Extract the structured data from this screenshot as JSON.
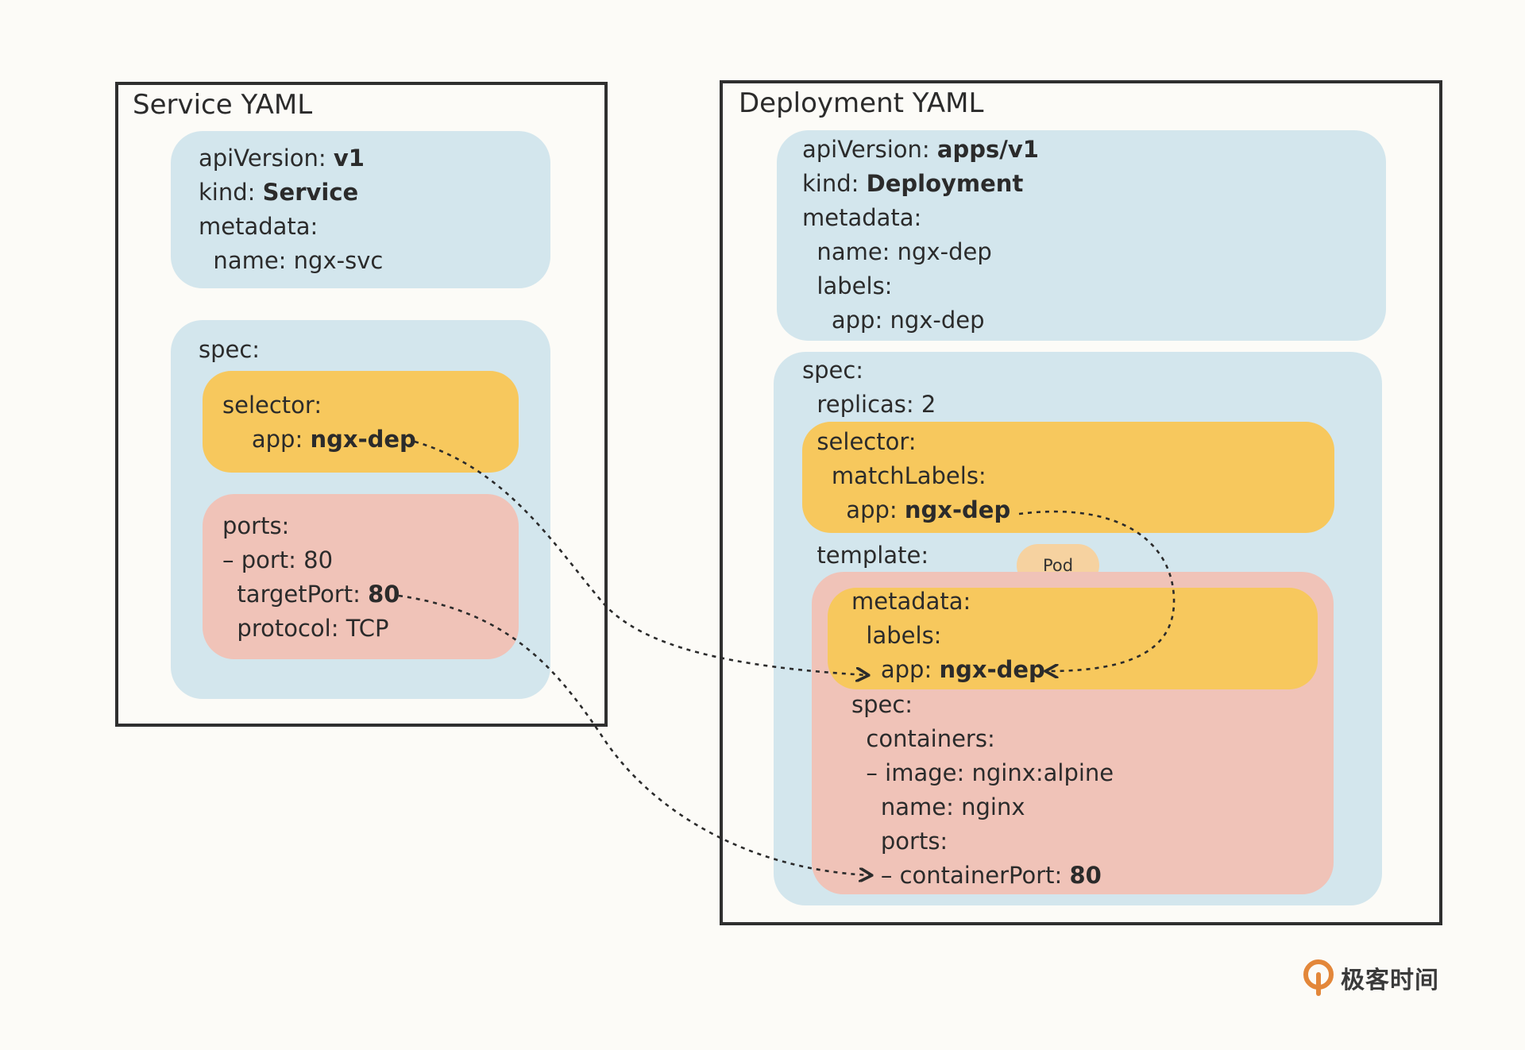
{
  "service": {
    "title": "Service YAML",
    "api_key": "apiVersion: ",
    "api_val": "v1",
    "kind_key": "kind: ",
    "kind_val": "Service",
    "metadata": "metadata:",
    "name": "  name: ngx-svc",
    "spec": "spec:",
    "selector": "selector:",
    "app_key": "    app: ",
    "app_val": "ngx-dep",
    "ports": "ports:",
    "port": "– port: 80",
    "target_key": "  targetPort: ",
    "target_val": "80",
    "protocol": "  protocol: TCP"
  },
  "deployment": {
    "title": "Deployment YAML",
    "api_key": "apiVersion: ",
    "api_val": "apps/v1",
    "kind_key": "kind: ",
    "kind_val": "Deployment",
    "metadata": "metadata:",
    "name": "  name: ngx-dep",
    "labels": "  labels:",
    "app": "    app: ngx-dep",
    "spec": "spec:",
    "replicas": "  replicas: 2",
    "selector": "  selector:",
    "match_labels": "    matchLabels:",
    "match_app_key": "      app: ",
    "match_app_val": "ngx-dep",
    "template": "  template:",
    "pod_badge": "Pod",
    "tmpl_metadata": "metadata:",
    "tmpl_labels": "  labels:",
    "tmpl_app_key": "    app: ",
    "tmpl_app_val": "ngx-dep",
    "tmpl_spec": "spec:",
    "containers": "  containers:",
    "image": "  – image: nginx:alpine",
    "cname": "    name: nginx",
    "cports": "    ports:",
    "cport_key": "    – containerPort: ",
    "cport_val": "80"
  },
  "logo": {
    "text": "极客时间"
  },
  "colors": {
    "blue": "#d3e6ed",
    "yellow": "#f7c85d",
    "pink": "#f0c3b8",
    "pod": "#f6d2a0",
    "logo_accent": "#e3873a"
  }
}
